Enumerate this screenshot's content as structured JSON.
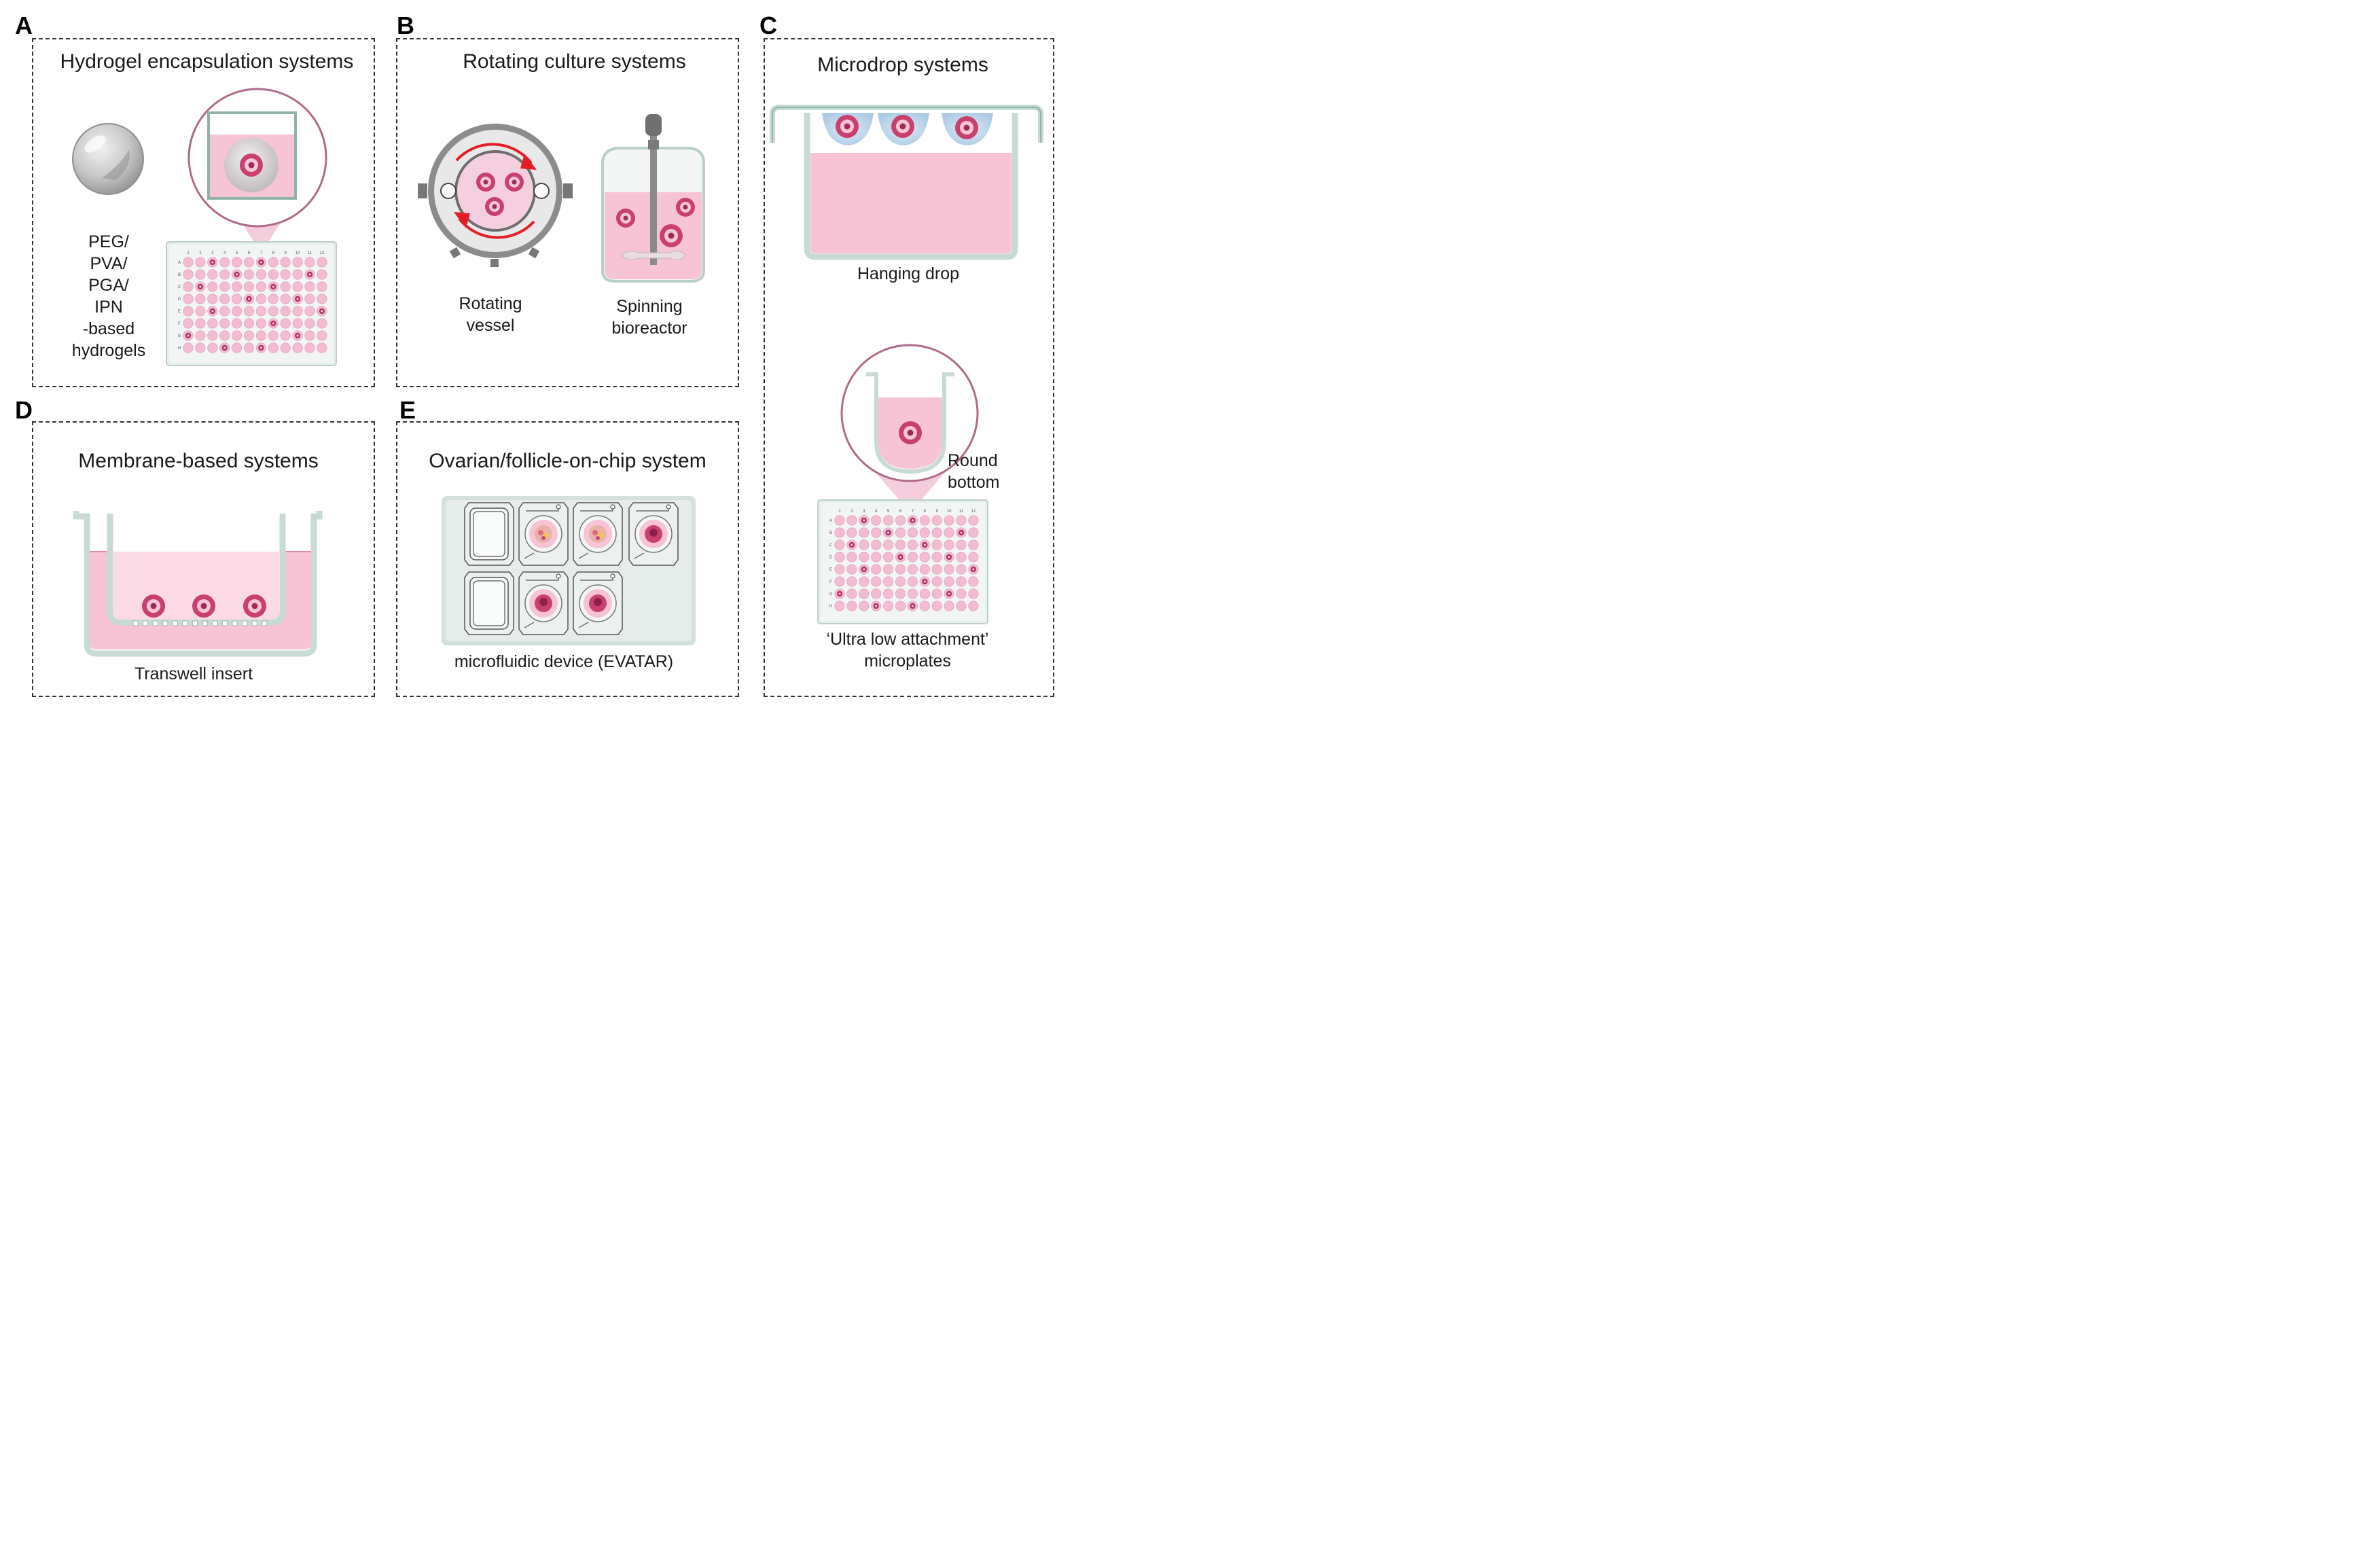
{
  "panels": {
    "a": {
      "letter": "A",
      "title": "Hydrogel encapsulation systems",
      "label": [
        "PEG/",
        "PVA/",
        "PGA/",
        "IPN",
        "-based",
        "hydrogels"
      ]
    },
    "b": {
      "letter": "B",
      "title": "Rotating culture systems",
      "caption_left": [
        "Rotating",
        "vessel"
      ],
      "caption_right": [
        "Spinning",
        "bioreactor"
      ]
    },
    "c": {
      "letter": "C",
      "title": "Microdrop systems",
      "caption_top": "Hanging drop",
      "round_bottom": [
        "Round",
        "bottom"
      ],
      "caption_bottom": [
        "‘Ultra low attachment’",
        "microplates"
      ]
    },
    "d": {
      "letter": "D",
      "title": "Membrane-based systems",
      "caption": "Transwell insert"
    },
    "e": {
      "letter": "E",
      "title": "Ovarian/follicle-on-chip system",
      "caption": "microfluidic device (EVATAR)"
    }
  },
  "plate": {
    "columns": [
      "1",
      "2",
      "3",
      "4",
      "5",
      "6",
      "7",
      "8",
      "9",
      "10",
      "11",
      "12"
    ],
    "rows": [
      "A",
      "B",
      "C",
      "D",
      "E",
      "F",
      "G",
      "H"
    ]
  },
  "colors": {
    "well": "#f4bcd3",
    "follicle": "#c9406f",
    "medium": "#f6c4d4",
    "vessel": "#c7dad3"
  }
}
